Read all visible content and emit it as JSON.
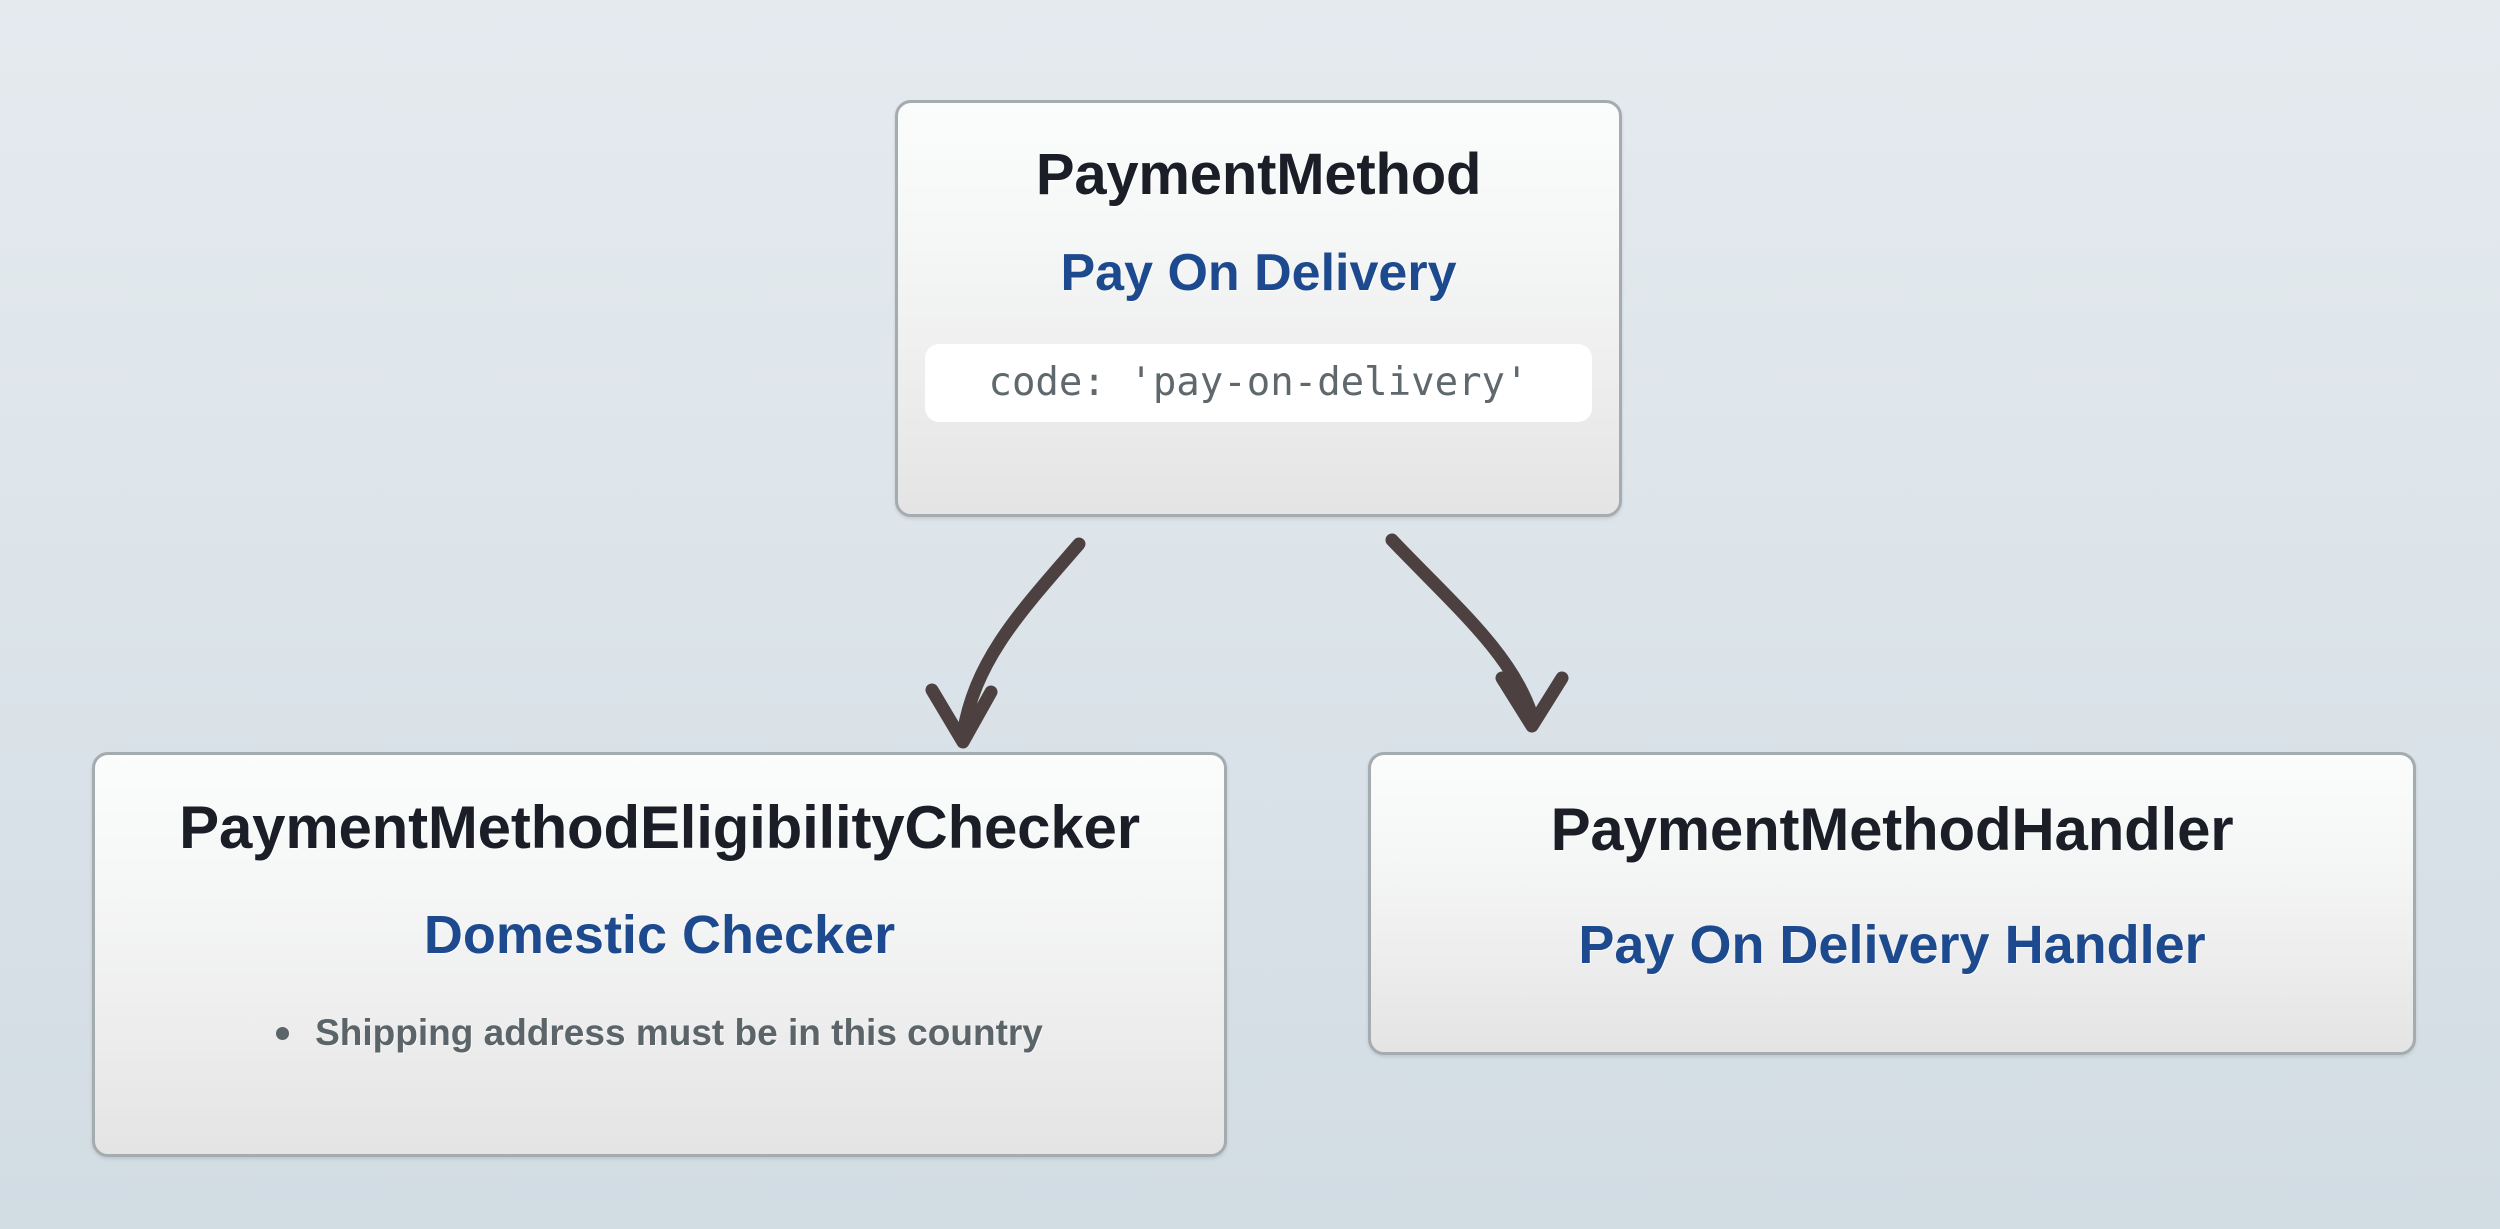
{
  "diagram": {
    "type": "entity-relationship-tree",
    "background_top_color": "#e5eaef",
    "background_bottom_color": "#d2dce3",
    "accent_blue": "#1d4a8e",
    "title_color": "#1b1d27",
    "muted_text_color": "#5a6469",
    "card_border_color": "#a4acb0",
    "arrow_color": "#4c4040"
  },
  "root": {
    "entity_type": "PaymentMethod",
    "name": "Pay On Delivery",
    "code_chip": "code: 'pay-on-delivery'"
  },
  "children": [
    {
      "entity_type": "PaymentMethodEligibilityChecker",
      "name": "Domestic Checker",
      "rules": [
        "Shipping address must be in this country"
      ]
    },
    {
      "entity_type": "PaymentMethodHandler",
      "name": "Pay On Delivery Handler",
      "rules": []
    }
  ],
  "connectors": [
    {
      "name": "root-to-eligibility-checker",
      "from": "PaymentMethod",
      "to": "PaymentMethodEligibilityChecker"
    },
    {
      "name": "root-to-handler",
      "from": "PaymentMethod",
      "to": "PaymentMethodHandler"
    }
  ]
}
